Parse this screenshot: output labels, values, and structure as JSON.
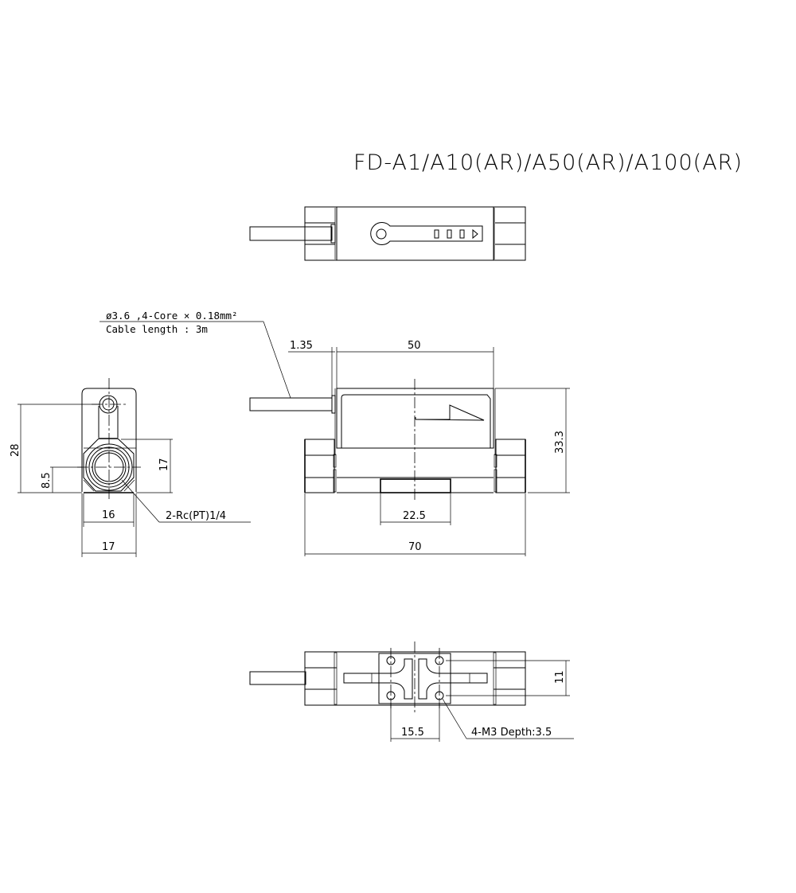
{
  "title": "FD-A1/A10(AR)/A50(AR)/A100(AR)",
  "cable_note": {
    "line1": "ø3.6 ,4-Core × 0.18mm²",
    "line2": "Cable length : 3m"
  },
  "side_view": {
    "dimensions": {
      "height_total": "28",
      "height_center": "8.5",
      "hex_height": "17",
      "inner_width": "16",
      "outer_width": "17"
    },
    "port_callout": "2-Rc(PT)1/4"
  },
  "front_view": {
    "dimensions": {
      "cable_offset": "1.35",
      "body_width": "50",
      "height": "33.3",
      "base_width": "22.5",
      "total_length": "70"
    }
  },
  "bottom_view": {
    "dimensions": {
      "hole_pitch_y": "11",
      "hole_pitch_x": "15.5"
    },
    "hole_callout": "4-M3 Depth:3.5"
  },
  "top_view": {
    "indicator_leds": 3,
    "indicator_arrow": "play-triangle"
  }
}
